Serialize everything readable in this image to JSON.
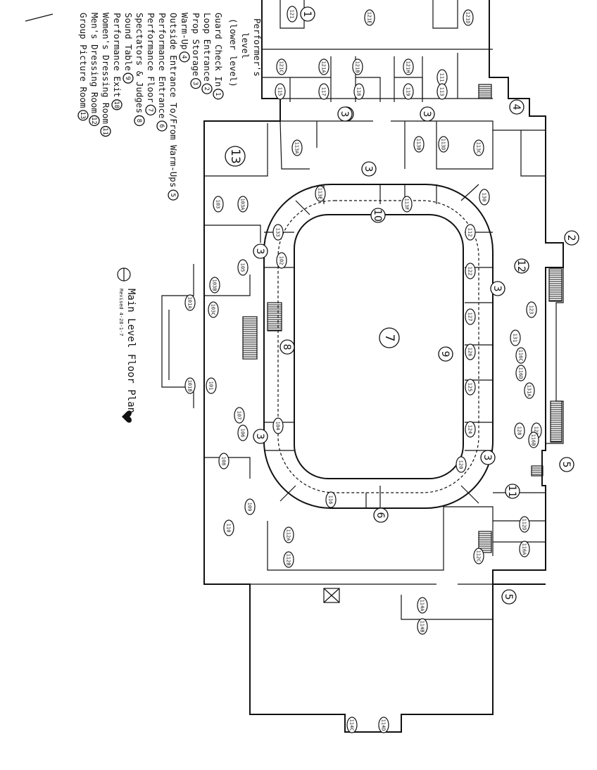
{
  "legend": {
    "heading": "Performer's",
    "heading2": "level",
    "heading3": "(lower level)",
    "items": [
      {
        "label": "Guard Check In",
        "num": "1"
      },
      {
        "label": "Loop Entrance",
        "num": "2"
      },
      {
        "label": "Prop Storage",
        "num": "3"
      },
      {
        "label": "Warm-Up",
        "num": "4"
      },
      {
        "label": "Outside Entrance To/From Warm-Ups",
        "num": "5"
      },
      {
        "label": "Performance Entrance",
        "num": "6"
      },
      {
        "label": "Performance Floor",
        "num": "7"
      },
      {
        "label": "Spectators & Judges",
        "num": "8"
      },
      {
        "label": "Sound Table",
        "num": "9"
      },
      {
        "label": "Performance Exit",
        "num": "10"
      },
      {
        "label": "Women's Dressing Room",
        "num": "11"
      },
      {
        "label": "Men's Dressing Room",
        "num": "12"
      },
      {
        "label": "Group Picture Room",
        "num": "13"
      }
    ]
  },
  "title": {
    "main": "Main Level Floor Plan",
    "sub": "Revised 4-28-1-7"
  },
  "callouts": [
    {
      "id": "c1",
      "text": "1"
    },
    {
      "id": "c2",
      "text": "2"
    },
    {
      "id": "c3a",
      "text": "3"
    },
    {
      "id": "c3b",
      "text": "3"
    },
    {
      "id": "c3c",
      "text": "3"
    },
    {
      "id": "c3d",
      "text": "3"
    },
    {
      "id": "c3e",
      "text": "3"
    },
    {
      "id": "c3f",
      "text": "3"
    },
    {
      "id": "c3g",
      "text": "3"
    },
    {
      "id": "c3h",
      "text": "3"
    },
    {
      "id": "c4",
      "text": "4"
    },
    {
      "id": "c5a",
      "text": "5"
    },
    {
      "id": "c5b",
      "text": "5"
    },
    {
      "id": "c6",
      "text": "6"
    },
    {
      "id": "c7",
      "text": "7"
    },
    {
      "id": "c8",
      "text": "8"
    },
    {
      "id": "c9",
      "text": "9"
    },
    {
      "id": "c10",
      "text": "10"
    },
    {
      "id": "c11",
      "text": "11"
    },
    {
      "id": "c12",
      "text": "12"
    },
    {
      "id": "c13",
      "text": "13"
    }
  ],
  "rooms": [
    "121",
    "121E",
    "121D",
    "121C",
    "121A",
    "121B",
    "121H",
    "111",
    "115",
    "117",
    "118",
    "119",
    "113",
    "113A",
    "113B",
    "113D",
    "113C",
    "113E",
    "113F",
    "112",
    "122",
    "127",
    "126",
    "125",
    "124",
    "123",
    "131",
    "131A",
    "128",
    "129",
    "130",
    "133",
    "102",
    "105",
    "103",
    "103A",
    "103B",
    "103C",
    "101",
    "104",
    "106",
    "107",
    "108",
    "109",
    "110",
    "112A",
    "112B",
    "112C",
    "112D",
    "116",
    "114A",
    "114B",
    "114C",
    "114D",
    "116A",
    "116B",
    "116C",
    "116D",
    "120",
    "101A",
    "101B"
  ]
}
